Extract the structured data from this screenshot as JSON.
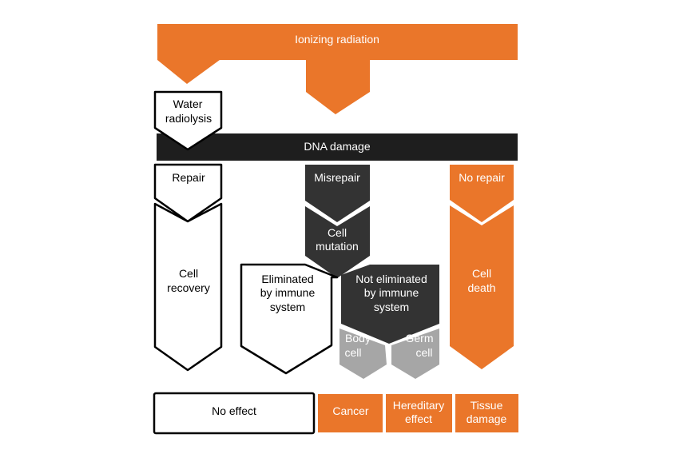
{
  "colors": {
    "orange": "#ea762a",
    "dark": "#1e1e1e",
    "dark_gray": "#333333",
    "light_gray": "#a6a6a6",
    "outline": "#000000",
    "white": "#ffffff"
  },
  "top": {
    "ionizing_radiation": "Ionizing radiation"
  },
  "water_radiolysis": {
    "line1": "Water",
    "line2": "radiolysis"
  },
  "dna_damage": "DNA damage",
  "paths": {
    "repair": "Repair",
    "misrepair": "Misrepair",
    "no_repair": "No repair"
  },
  "cell_recovery": {
    "line1": "Cell",
    "line2": "recovery"
  },
  "cell_mutation": {
    "line1": "Cell",
    "line2": "mutation"
  },
  "eliminated": {
    "line1": "Eliminated",
    "line2": "by immune",
    "line3": "system"
  },
  "not_eliminated": {
    "line1": "Not eliminated",
    "line2": "by immune",
    "line3": "system"
  },
  "body_cell": {
    "line1": "Body",
    "line2": "cell"
  },
  "germ_cell": {
    "line1": "Germ",
    "line2": "cell"
  },
  "cell_death": {
    "line1": "Cell",
    "line2": "death"
  },
  "outcomes": {
    "no_effect": "No effect",
    "cancer": "Cancer",
    "hereditary_line1": "Hereditary",
    "hereditary_line2": "effect",
    "tissue_line1": "Tissue",
    "tissue_line2": "damage"
  }
}
